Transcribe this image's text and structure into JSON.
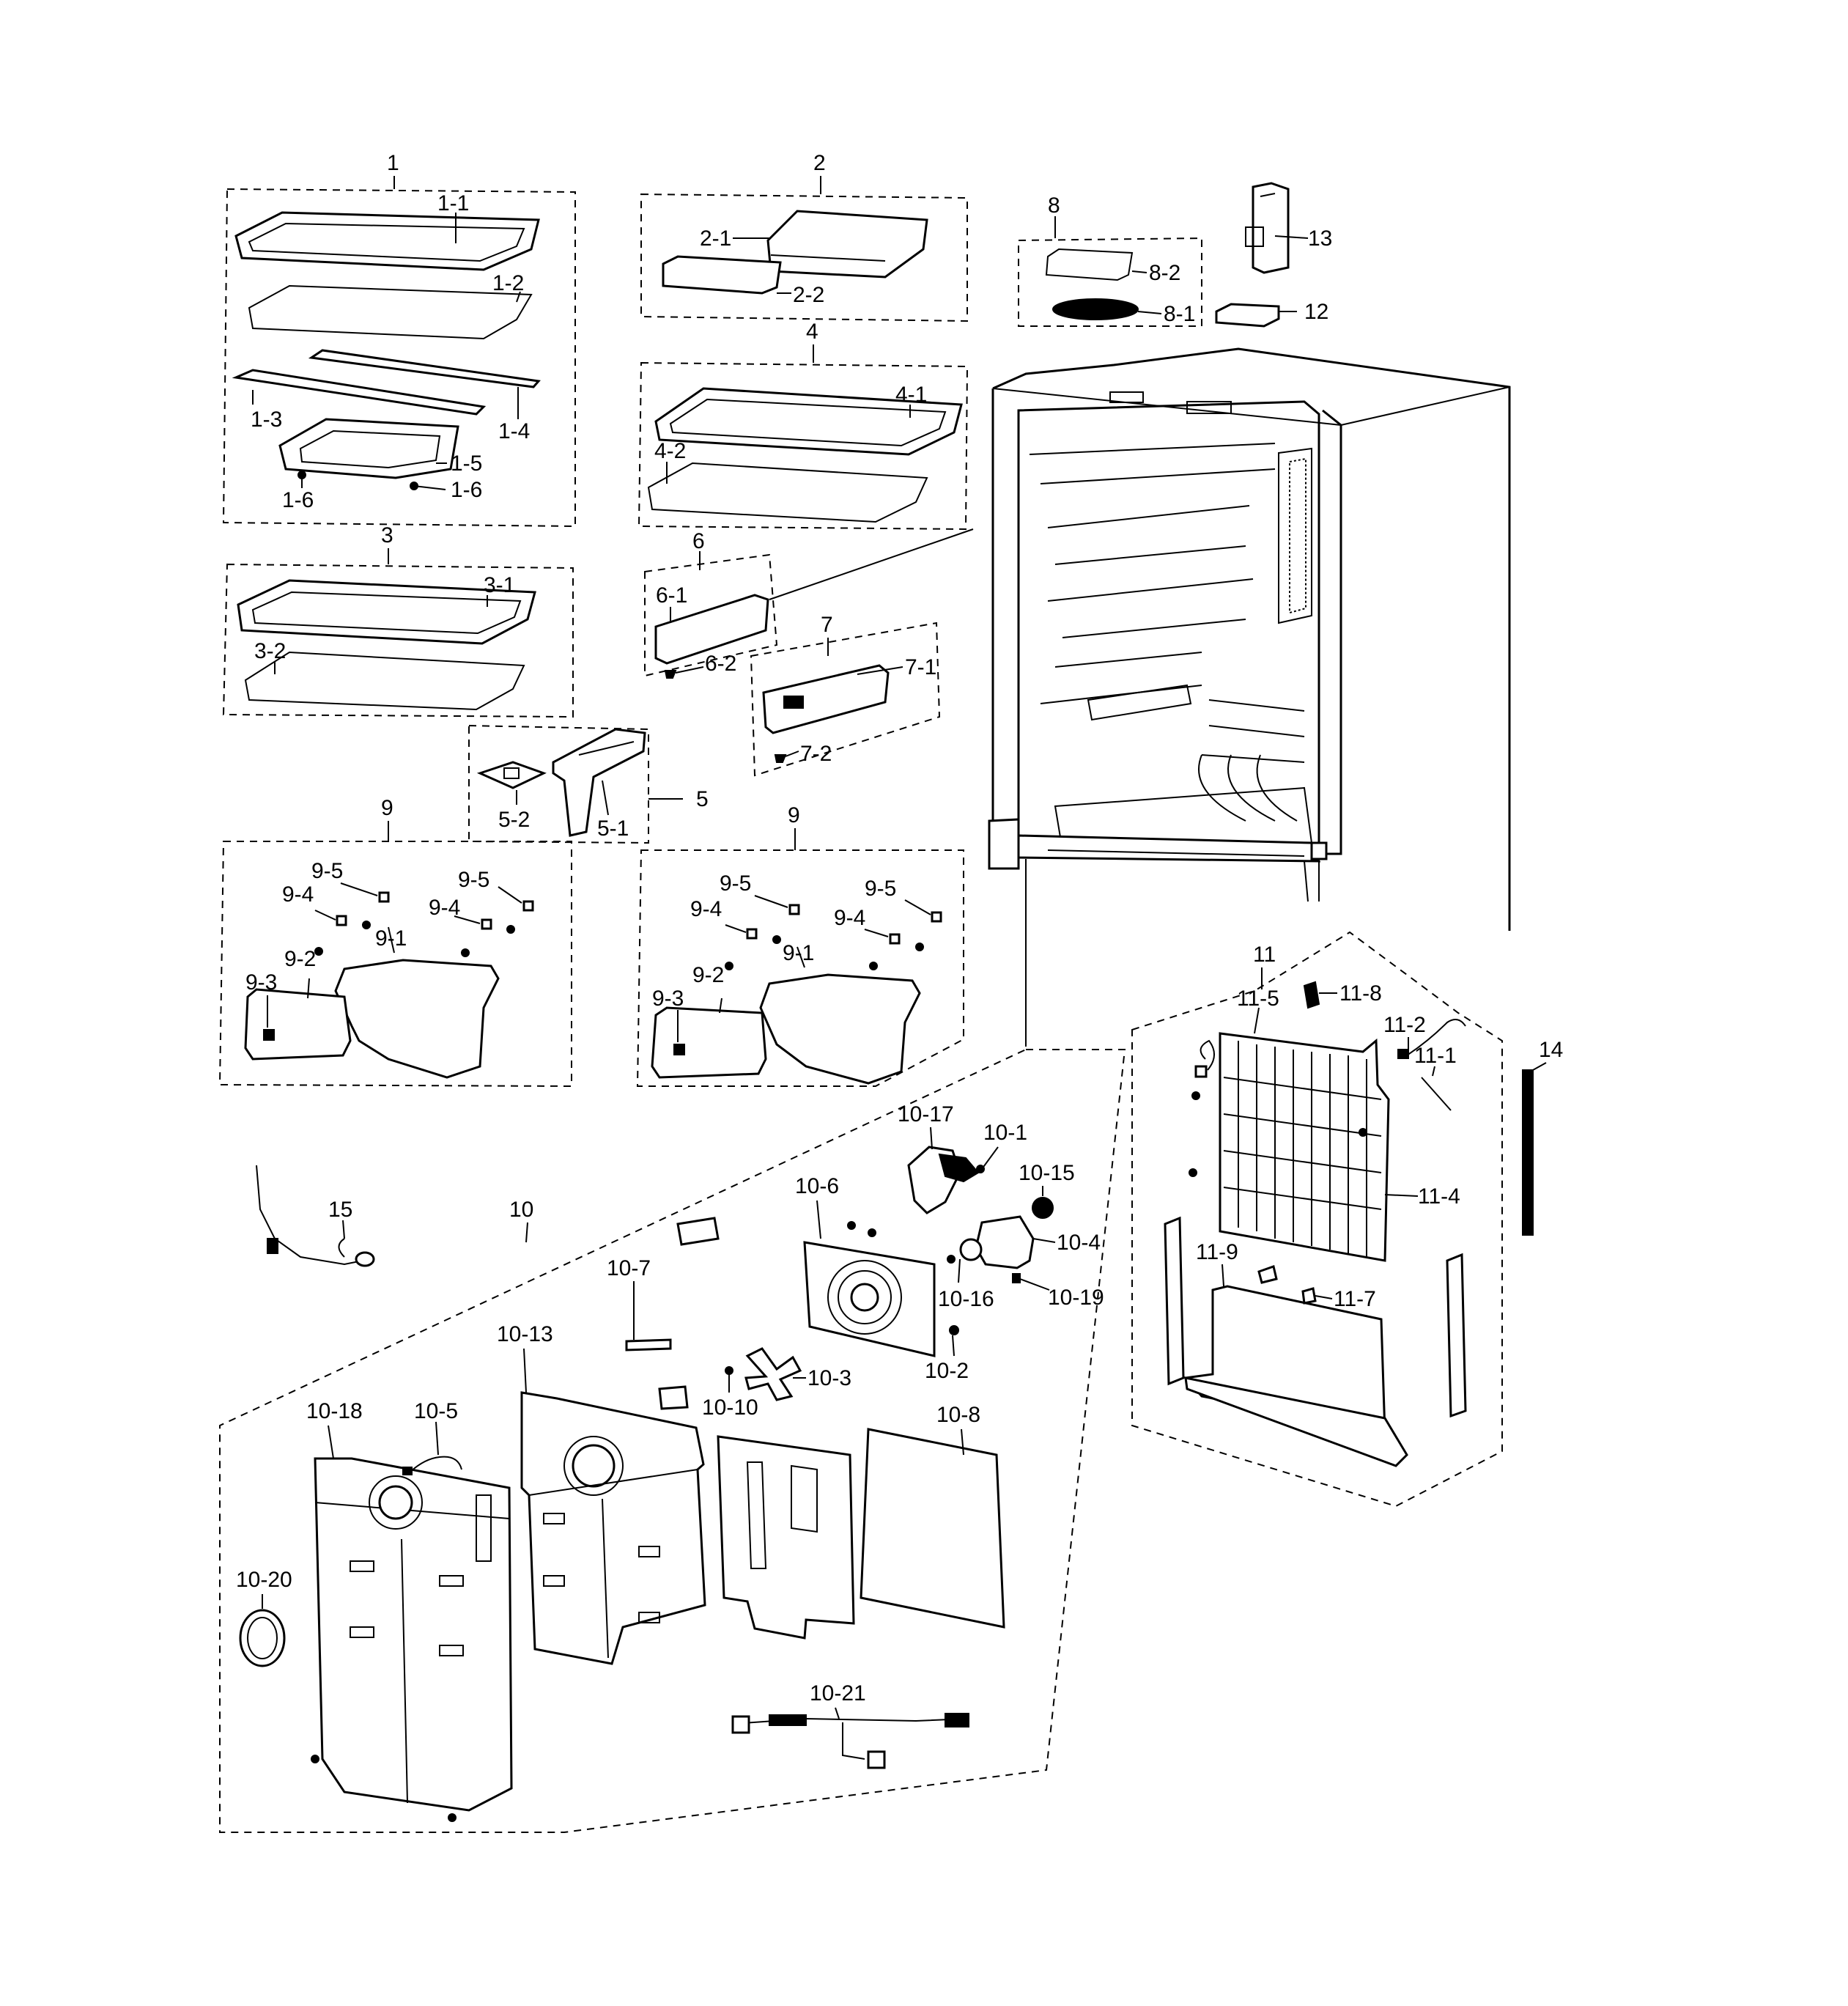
{
  "callouts": {
    "c1": "1",
    "c1_1": "1-1",
    "c1_2": "1-2",
    "c1_3": "1-3",
    "c1_4": "1-4",
    "c1_5": "1-5",
    "c1_6a": "1-6",
    "c1_6b": "1-6",
    "c2": "2",
    "c2_1": "2-1",
    "c2_2": "2-2",
    "c3": "3",
    "c3_1": "3-1",
    "c3_2": "3-2",
    "c4": "4",
    "c4_1": "4-1",
    "c4_2": "4-2",
    "c5": "5",
    "c5_1": "5-1",
    "c5_2": "5-2",
    "c6": "6",
    "c6_1": "6-1",
    "c6_2": "6-2",
    "c7": "7",
    "c7_1": "7-1",
    "c7_2": "7-2",
    "c8": "8",
    "c8_1": "8-1",
    "c8_2": "8-2",
    "c9a": "9",
    "c9_1a": "9-1",
    "c9_2a": "9-2",
    "c9_3a": "9-3",
    "c9_4a": "9-4",
    "c9_4b": "9-4",
    "c9_5a": "9-5",
    "c9_5b": "9-5",
    "c9b": "9",
    "c9_1b": "9-1",
    "c9_2b": "9-2",
    "c9_3b": "9-3",
    "c9_4c": "9-4",
    "c9_4d": "9-4",
    "c9_5c": "9-5",
    "c9_5d": "9-5",
    "c10": "10",
    "c10_1": "10-1",
    "c10_2": "10-2",
    "c10_3": "10-3",
    "c10_4": "10-4",
    "c10_5": "10-5",
    "c10_6": "10-6",
    "c10_7": "10-7",
    "c10_8": "10-8",
    "c10_10": "10-10",
    "c10_13": "10-13",
    "c10_15": "10-15",
    "c10_16": "10-16",
    "c10_17": "10-17",
    "c10_18": "10-18",
    "c10_19": "10-19",
    "c10_20": "10-20",
    "c10_21": "10-21",
    "c11": "11",
    "c11_1": "11-1",
    "c11_2": "11-2",
    "c11_4": "11-4",
    "c11_5": "11-5",
    "c11_7": "11-7",
    "c11_8": "11-8",
    "c11_9": "11-9",
    "c12": "12",
    "c13": "13",
    "c14": "14",
    "c15": "15"
  }
}
